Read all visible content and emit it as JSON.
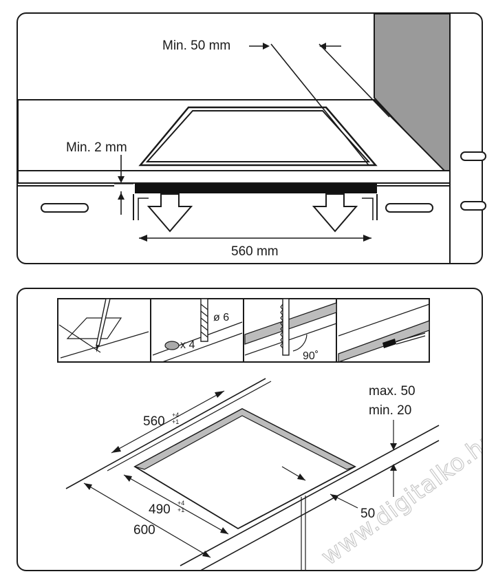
{
  "top_diagram": {
    "label_min_50": "Min. 50 mm",
    "label_min_2": "Min. 2 mm",
    "label_560": "560 mm"
  },
  "steps": {
    "drill_diameter": "ø 6",
    "hole_count": "x 4",
    "saw_angle": "90˚"
  },
  "bottom_diagram": {
    "max_label": "max. 50",
    "min_label": "min. 20",
    "cut_width": "560",
    "cut_width_tol_upper": "+4",
    "cut_width_tol_lower": "+1",
    "cut_depth": "490",
    "cut_depth_tol_upper": "+4",
    "cut_depth_tol_lower": "+1",
    "worktop_depth": "600",
    "edge_distance": "50"
  },
  "watermark": "www.digitalko.hu"
}
